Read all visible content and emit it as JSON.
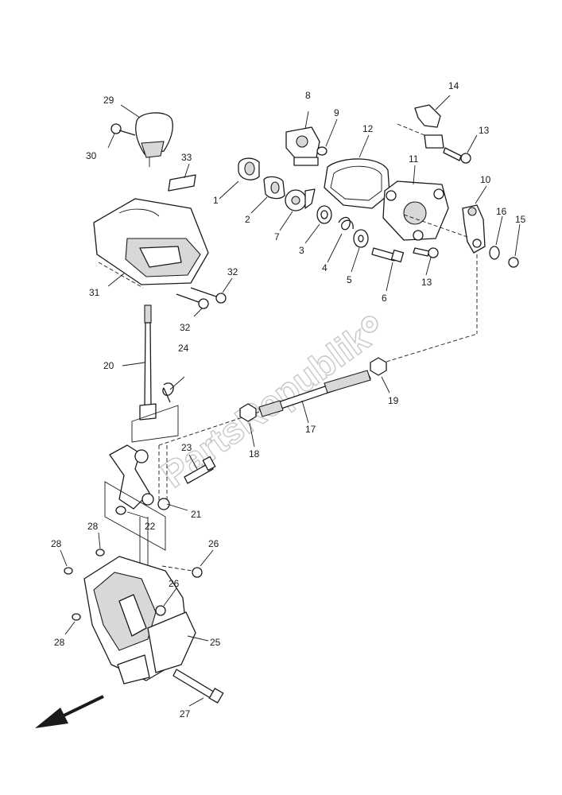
{
  "watermark": {
    "text": "PartsRepublik"
  },
  "callouts": [
    {
      "id": "c1",
      "label": "1"
    },
    {
      "id": "c2",
      "label": "2"
    },
    {
      "id": "c3",
      "label": "3"
    },
    {
      "id": "c4",
      "label": "4"
    },
    {
      "id": "c5",
      "label": "5"
    },
    {
      "id": "c6",
      "label": "6"
    },
    {
      "id": "c7",
      "label": "7"
    },
    {
      "id": "c8",
      "label": "8"
    },
    {
      "id": "c9",
      "label": "9"
    },
    {
      "id": "c10",
      "label": "10"
    },
    {
      "id": "c11",
      "label": "11"
    },
    {
      "id": "c12",
      "label": "12"
    },
    {
      "id": "c13a",
      "label": "13"
    },
    {
      "id": "c13b",
      "label": "13"
    },
    {
      "id": "c14",
      "label": "14"
    },
    {
      "id": "c15",
      "label": "15"
    },
    {
      "id": "c16",
      "label": "16"
    },
    {
      "id": "c17",
      "label": "17"
    },
    {
      "id": "c18",
      "label": "18"
    },
    {
      "id": "c19",
      "label": "19"
    },
    {
      "id": "c20",
      "label": "20"
    },
    {
      "id": "c21",
      "label": "21"
    },
    {
      "id": "c22",
      "label": "22"
    },
    {
      "id": "c23",
      "label": "23"
    },
    {
      "id": "c24",
      "label": "24"
    },
    {
      "id": "c25",
      "label": "25"
    },
    {
      "id": "c26a",
      "label": "26"
    },
    {
      "id": "c26b",
      "label": "26"
    },
    {
      "id": "c27",
      "label": "27"
    },
    {
      "id": "c28a",
      "label": "28"
    },
    {
      "id": "c28b",
      "label": "28"
    },
    {
      "id": "c28c",
      "label": "28"
    },
    {
      "id": "c29",
      "label": "29"
    },
    {
      "id": "c30",
      "label": "30"
    },
    {
      "id": "c31",
      "label": "31"
    },
    {
      "id": "c32a",
      "label": "32"
    },
    {
      "id": "c32b",
      "label": "32"
    },
    {
      "id": "c33",
      "label": "33"
    }
  ]
}
